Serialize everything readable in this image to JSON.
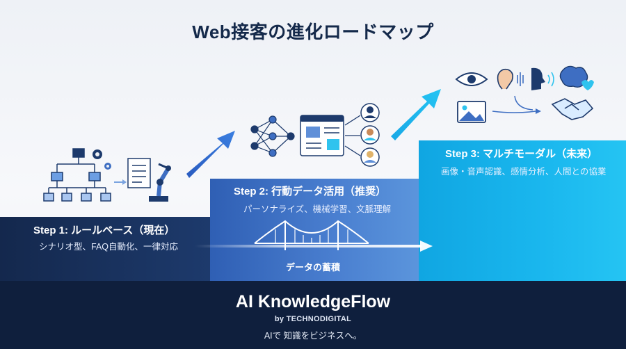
{
  "title": "Web接客の進化ロードマップ",
  "steps": [
    {
      "title": "Step 1: ルールベース（現在）",
      "description": "シナリオ型、FAQ自動化、一律対応"
    },
    {
      "title": "Step 2: 行動データ活用（推奨）",
      "description": "パーソナライズ、機械学習、文脈理解"
    },
    {
      "title": "Step 3: マルチモーダル（未来）",
      "description": "画像・音声認識、感情分析、人間との協業"
    }
  ],
  "bridge_label": "データの蓄積",
  "footer": {
    "brand": "AI KnowledgeFlow",
    "byline": "by TECHNODIGITAL",
    "tagline": "AIで 知識をビジネスへ。"
  },
  "icons": {
    "step1": [
      "flowchart-icon",
      "gear-icon",
      "document-icon",
      "robot-arm-icon"
    ],
    "step2": [
      "neural-network-icon",
      "web-dashboard-icon",
      "user-avatar-icon"
    ],
    "step3": [
      "eye-icon",
      "ear-icon",
      "voice-head-icon",
      "brain-heart-icon",
      "image-icon",
      "handshake-icon"
    ]
  },
  "colors": {
    "step1": "#1a3563",
    "step2": "#3f74c8",
    "step3": "#16b2ec",
    "footer": "#0f1f3d",
    "title": "#14294a"
  }
}
